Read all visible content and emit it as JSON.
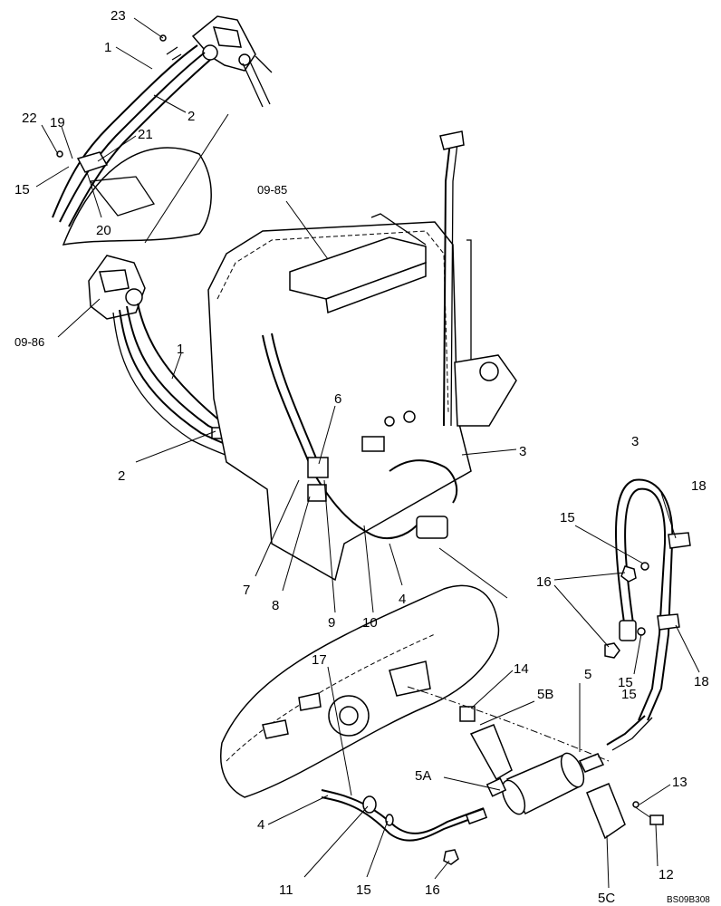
{
  "callouts": [
    {
      "key": "c23",
      "text": "23"
    },
    {
      "key": "c1a",
      "text": "1"
    },
    {
      "key": "c2a",
      "text": "2"
    },
    {
      "key": "c22",
      "text": "22"
    },
    {
      "key": "c19",
      "text": "19"
    },
    {
      "key": "c21",
      "text": "21"
    },
    {
      "key": "c15a",
      "text": "15"
    },
    {
      "key": "c20",
      "text": "20"
    },
    {
      "key": "c1b",
      "text": "1"
    },
    {
      "key": "c2b",
      "text": "2"
    },
    {
      "key": "c6",
      "text": "6"
    },
    {
      "key": "c3a",
      "text": "3"
    },
    {
      "key": "c3b",
      "text": "3"
    },
    {
      "key": "c18a",
      "text": "18"
    },
    {
      "key": "c15b",
      "text": "15"
    },
    {
      "key": "c16a",
      "text": "16"
    },
    {
      "key": "c18b",
      "text": "18"
    },
    {
      "key": "c15c",
      "text": "15"
    },
    {
      "key": "c7",
      "text": "7"
    },
    {
      "key": "c8",
      "text": "8"
    },
    {
      "key": "c9",
      "text": "9"
    },
    {
      "key": "c10",
      "text": "10"
    },
    {
      "key": "c4a",
      "text": "4"
    },
    {
      "key": "c17",
      "text": "17"
    },
    {
      "key": "c14",
      "text": "14"
    },
    {
      "key": "c5",
      "text": "5"
    },
    {
      "key": "c5b",
      "text": "5B"
    },
    {
      "key": "c15d",
      "text": "15"
    },
    {
      "key": "c5a",
      "text": "5A"
    },
    {
      "key": "c13",
      "text": "13"
    },
    {
      "key": "c4b",
      "text": "4"
    },
    {
      "key": "c11",
      "text": "11"
    },
    {
      "key": "c15e",
      "text": "15"
    },
    {
      "key": "c16b",
      "text": "16"
    },
    {
      "key": "c12",
      "text": "12"
    },
    {
      "key": "c5c",
      "text": "5C"
    }
  ],
  "refs": {
    "r0985": "09-85",
    "r0986": "09-86"
  },
  "drawing_id": "BS09B308"
}
